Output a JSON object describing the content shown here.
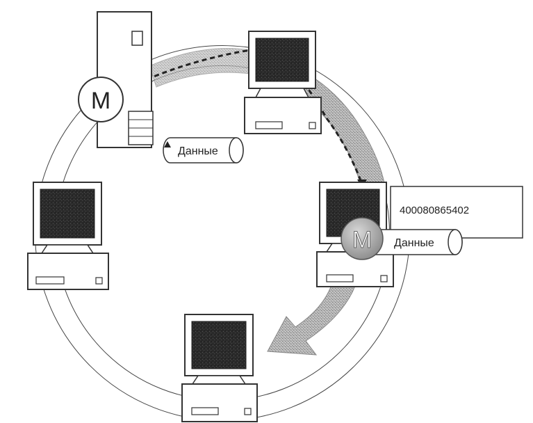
{
  "diagram": {
    "server_token": {
      "letter": "M"
    },
    "active_token": {
      "letter": "M"
    },
    "data_packet_top": {
      "label": "Данные"
    },
    "data_packet_right": {
      "label": "Данные"
    },
    "address_box": {
      "value": "400080865402"
    },
    "colors": {
      "ring": "#ffffff",
      "ring_outline": "#444444",
      "shaded_arrow": "#9a9a9a",
      "screen": "#2e2e2e",
      "token_active": "#a8a8a8"
    }
  }
}
